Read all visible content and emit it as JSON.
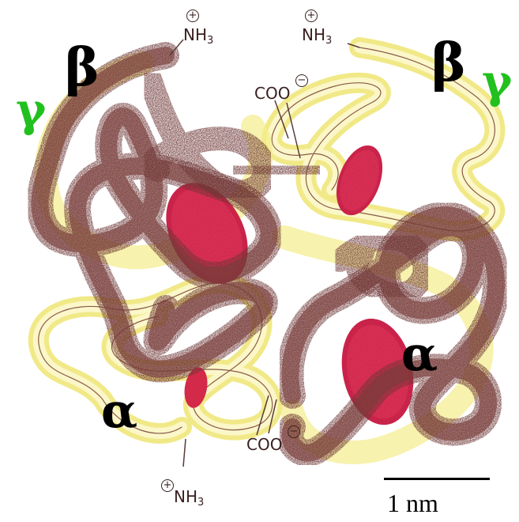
{
  "labels": {
    "beta_left": "β",
    "beta_right": "β",
    "alpha_left": "α",
    "alpha_right": "α",
    "gamma_left": "γ",
    "gamma_right": "γ"
  },
  "termini": {
    "nh3_top_left": "NH",
    "nh3_top_right": "NH",
    "nh3_bottom": "NH",
    "nh3_sub": "3",
    "coo_top": "COO",
    "coo_bottom": "COO",
    "plus": "+",
    "minus": "−"
  },
  "scale": {
    "label": "1 nm"
  },
  "colors": {
    "beta_chain": "#6e3535",
    "alpha_chain": "#f2ec86",
    "heme": "#d42a4a",
    "gamma_label": "#22c01e",
    "greek_label": "#000000"
  }
}
